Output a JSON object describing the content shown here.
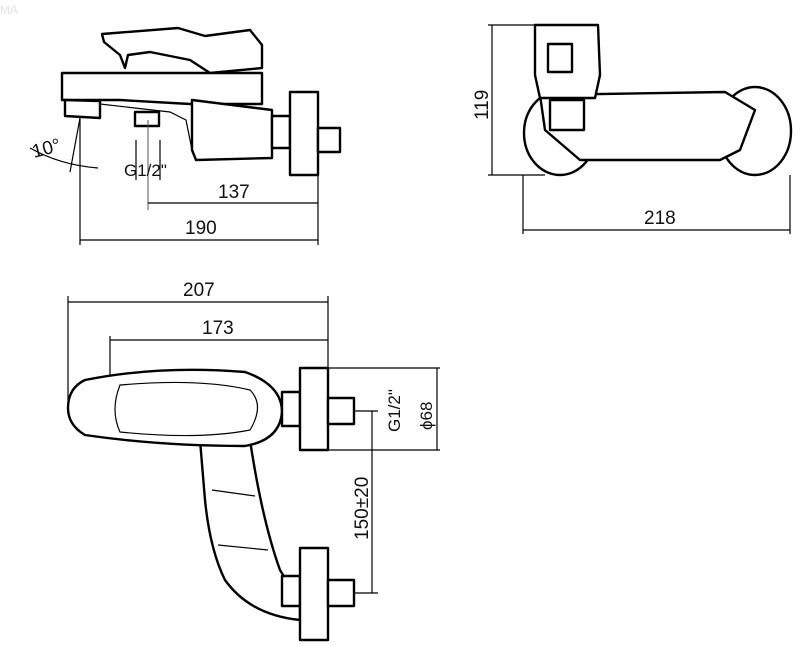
{
  "watermark": "MA",
  "side_view": {
    "angle_label": "10°",
    "thread_label": "G1/2\"",
    "dim_inlet_to_wall": "137",
    "dim_total_length": "190"
  },
  "front_view": {
    "dim_height": "119",
    "dim_width": "218"
  },
  "top_view": {
    "dim_total_depth": "207",
    "dim_lever_depth": "173",
    "thread_label": "G1/2\"",
    "flange_diameter": "ϕ68",
    "dim_inlet_spacing": "150±20"
  }
}
